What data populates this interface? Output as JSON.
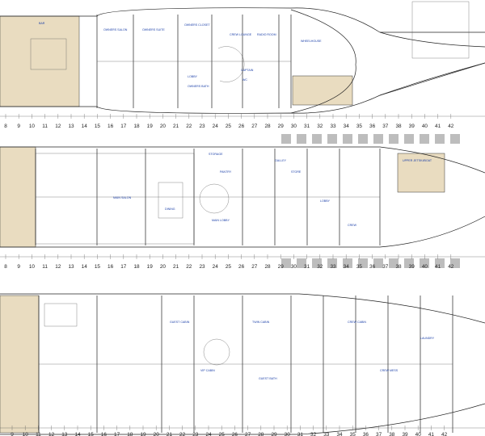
{
  "frame_rows": [
    {
      "id": "upper",
      "numbers": [
        "8",
        "9",
        "10",
        "11",
        "12",
        "13",
        "14",
        "15",
        "16",
        "17",
        "18",
        "19",
        "20",
        "21",
        "22",
        "23",
        "24",
        "25",
        "26",
        "27",
        "28",
        "29",
        "30",
        "31",
        "32",
        "33",
        "34",
        "35",
        "36",
        "37",
        "38",
        "39",
        "40",
        "41",
        "42"
      ]
    },
    {
      "id": "main",
      "numbers": [
        "8",
        "9",
        "10",
        "11",
        "12",
        "13",
        "14",
        "15",
        "16",
        "17",
        "18",
        "19",
        "20",
        "21",
        "22",
        "23",
        "24",
        "25",
        "26",
        "27",
        "28",
        "29",
        "30",
        "31",
        "32",
        "33",
        "34",
        "35",
        "36",
        "37",
        "38",
        "39",
        "40",
        "41",
        "42"
      ]
    },
    {
      "id": "lower",
      "numbers": [
        "9",
        "10",
        "11",
        "12",
        "13",
        "14",
        "15",
        "16",
        "17",
        "18",
        "19",
        "20",
        "21",
        "22",
        "23",
        "24",
        "25",
        "26",
        "27",
        "28",
        "29",
        "30",
        "31",
        "32",
        "33",
        "34",
        "35",
        "36",
        "37",
        "38",
        "39",
        "40",
        "41",
        "42"
      ]
    }
  ],
  "room_labels": {
    "upper": [
      "BAR",
      "OWNERS SALON",
      "OWNERS SUITE",
      "OWNERS CLOSET",
      "CREW LOUNGE",
      "RADIO ROOM",
      "WHEELHOUSE",
      "LOBBY",
      "OWNERS BATH",
      "CAPTAIN",
      "WC"
    ],
    "main": [
      "MAIN SALON",
      "DINING",
      "STORAGE",
      "PANTRY",
      "GALLEY",
      "MAIN LOBBY",
      "STORE",
      "LOBBY",
      "UPPER JETSKI/BOAT",
      "CREW"
    ],
    "lower": [
      "GUEST CABIN",
      "VIP CABIN",
      "TWIN CABIN",
      "GUEST BATH",
      "CREW CABIN",
      "CREW MESS",
      "LAUNDRY"
    ]
  },
  "colors": {
    "deck": "#e9dcc0",
    "line": "#222222",
    "label": "#1a3fa8"
  }
}
